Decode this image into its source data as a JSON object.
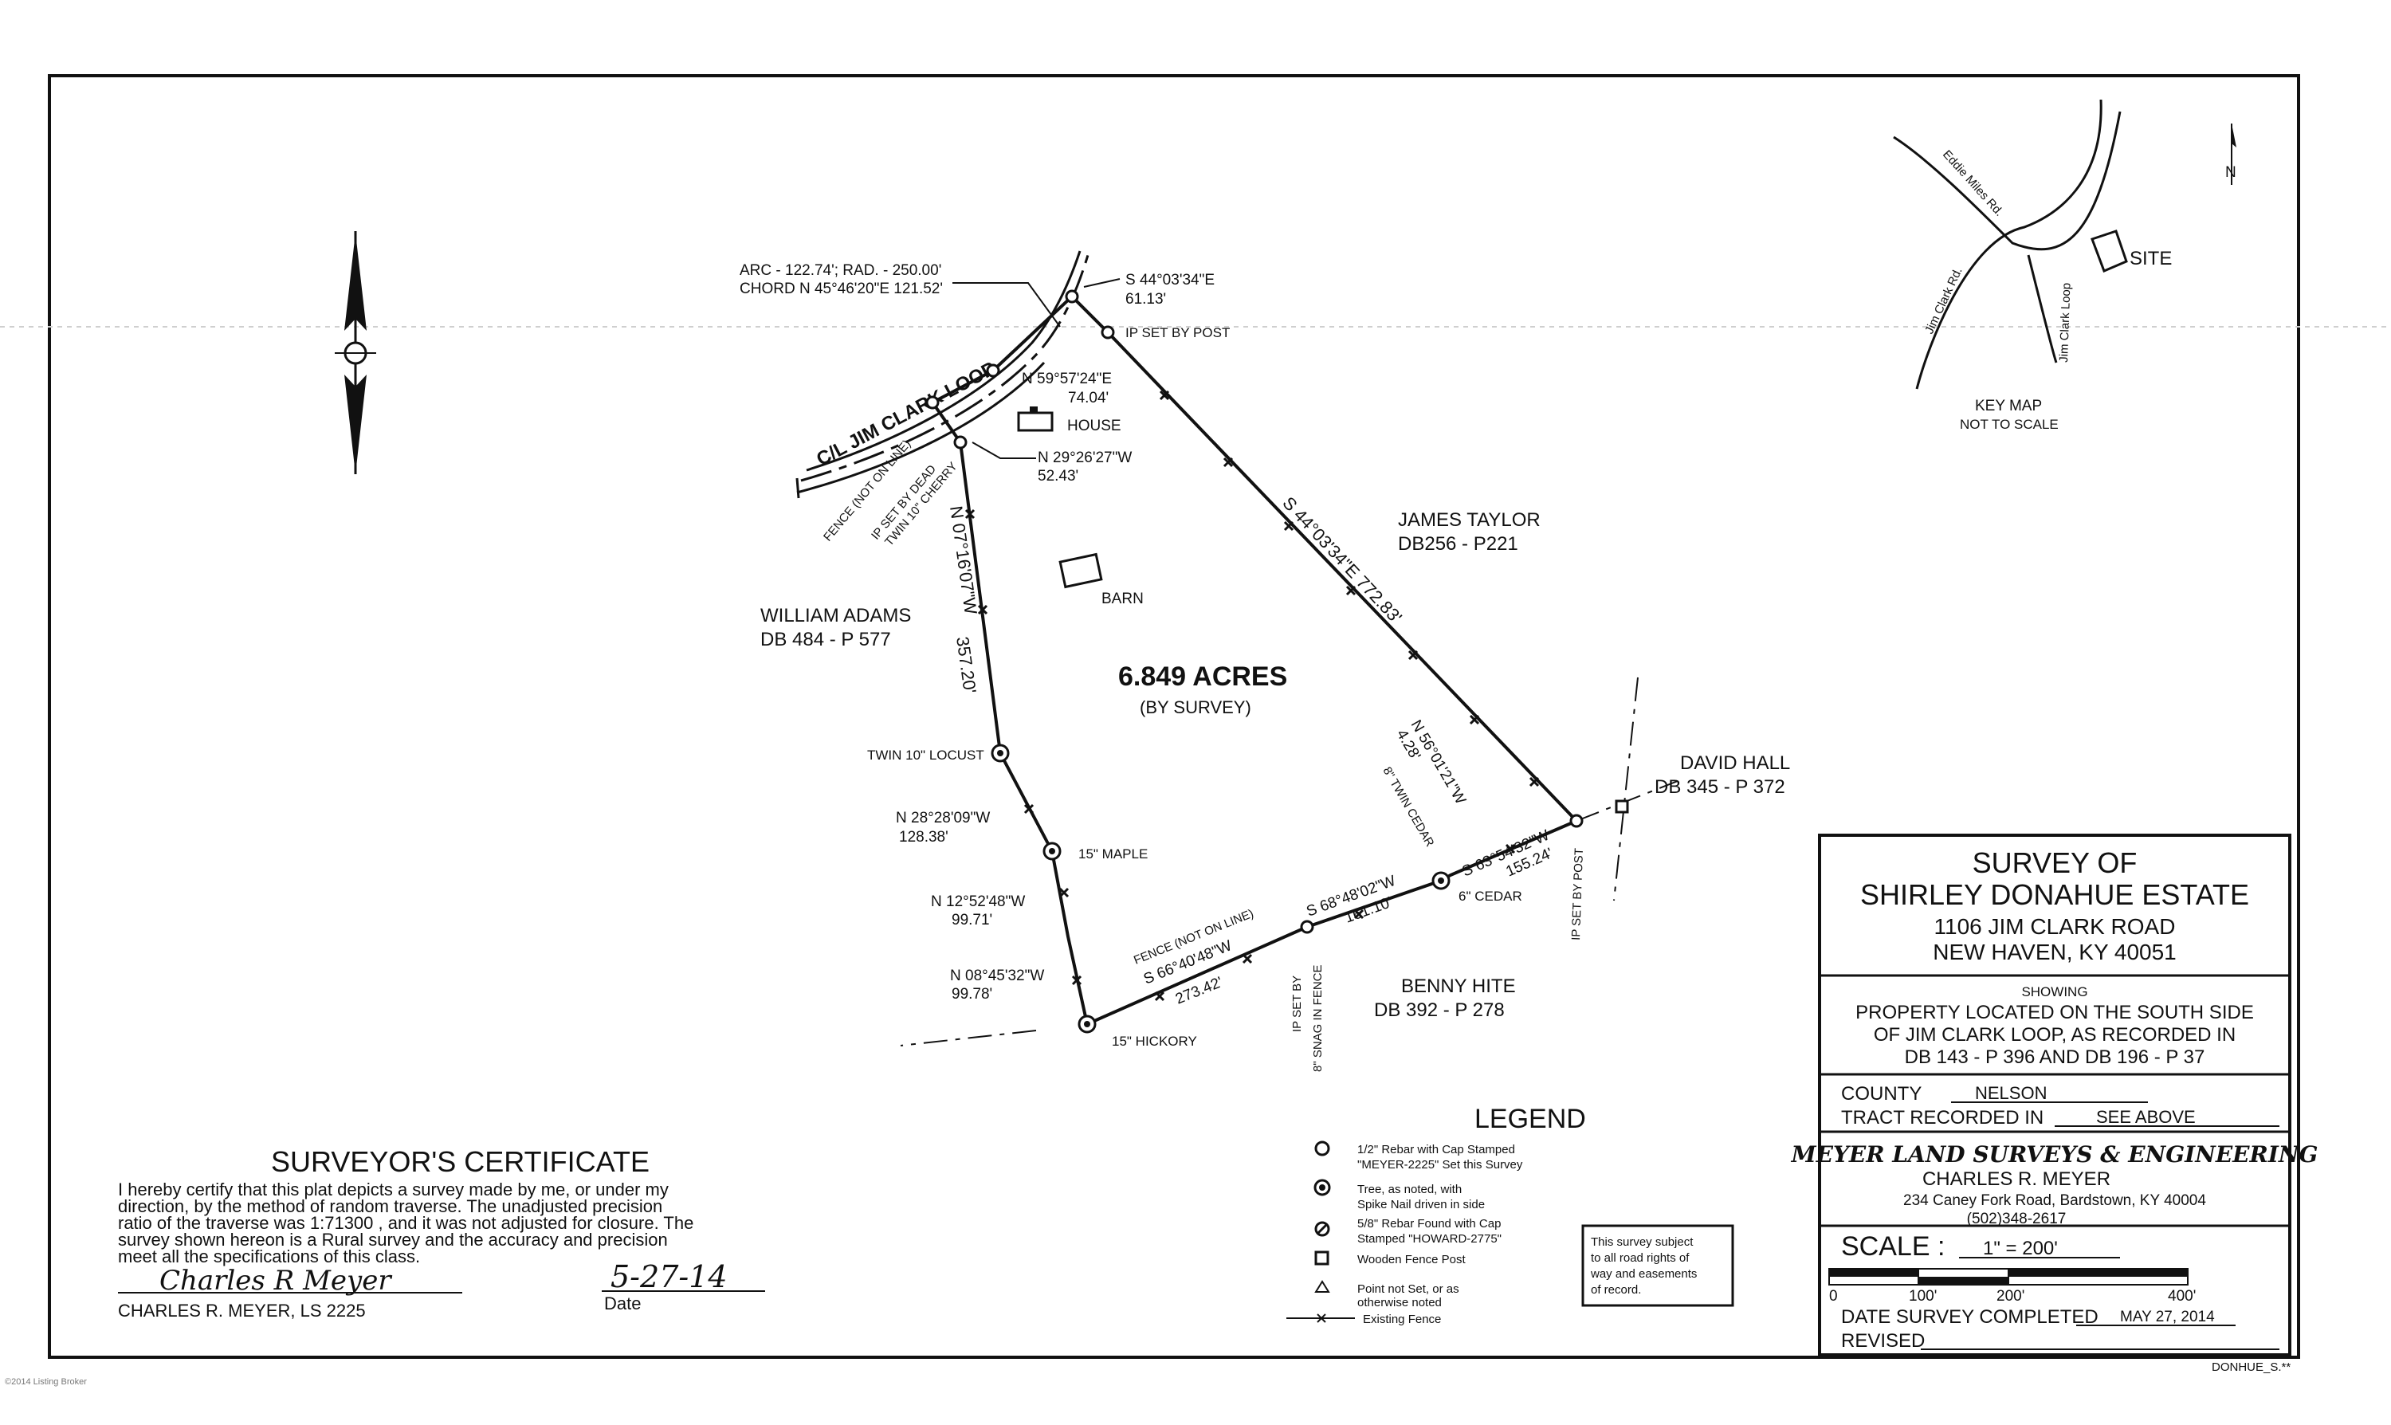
{
  "plat": {
    "acreage": "6.849 ACRES",
    "acreage_note": "(BY SURVEY)",
    "road_label": "C/L JIM CLARK LOOP",
    "arc_line1": "ARC - 122.74'; RAD. - 250.00'",
    "arc_line2": "CHORD N 45°46'20\"E 121.52'",
    "top_call_bearing": "S 44°03'34\"E",
    "top_call_distance": "61.13'",
    "ip_set_by_post_top": "IP SET BY POST",
    "call_n59": "N 59°57'24\"E",
    "call_n59_dist": "74.04'",
    "house": "HOUSE",
    "call_n29": "N 29°26'27\"W",
    "call_n29_dist": "52.43'",
    "fence_not_on_line_nw": "FENCE (NOT ON LINE)",
    "ip_set_by_dead": "IP SET BY DEAD",
    "twin_cherry": "TWIN 10\" CHERRY",
    "barn": "BARN",
    "west_line_bearing": "N 07°16'07\"W",
    "west_line_distance": "357.20'",
    "east_line_bearing": "S 44°03'34\"E  772.83'",
    "adjoiner_taylor_name": "JAMES TAYLOR",
    "adjoiner_taylor_deed": "DB256 - P221",
    "adjoiner_adams_name": "WILLIAM ADAMS",
    "adjoiner_adams_deed": "DB 484 - P 577",
    "adjoiner_hall_name": "DAVID HALL",
    "adjoiner_hall_deed": "DB 345 - P 372",
    "adjoiner_hite_name": "BENNY HITE",
    "adjoiner_hite_deed": "DB 392 - P 278",
    "twin_locust": "TWIN 10\" LOCUST",
    "call_n28": "N 28°28'09\"W",
    "call_n28_dist": "128.38'",
    "maple": "15\" MAPLE",
    "call_n12": "N 12°52'48\"W",
    "call_n12_dist": "99.71'",
    "call_n08": "N 08°45'32\"W",
    "call_n08_dist": "99.78'",
    "hickory": "15\" HICKORY",
    "fence_not_on_line_s": "FENCE (NOT ON LINE)",
    "call_s66": "S 66°40'48\"W",
    "call_s66_dist": "273.42'",
    "ip_set_by_snag": "IP SET BY",
    "snag_in_fence": "8\" SNAG IN FENCE",
    "call_s68": "S 68°48'02\"W",
    "call_s68_dist": "161.10'",
    "six_cedar": "6\" CEDAR",
    "call_n56": "N 56°01'21\"W",
    "call_n56_dist": "4.28'",
    "twin_cedar": "8\" TWIN CEDAR",
    "call_s63": "S 63°54'32\"W",
    "call_s63_dist": "155.24'",
    "ip_set_by_post_se": "IP SET BY POST"
  },
  "key_map": {
    "road_eddie": "Eddie Miles Rd.",
    "road_jim_clark_rd": "Jim Clark Rd.",
    "road_jim_clark_loop": "Jim Clark Loop",
    "site": "SITE",
    "north": "N",
    "title": "KEY MAP",
    "subtitle": "NOT TO SCALE"
  },
  "legend": {
    "title": "LEGEND",
    "items": [
      {
        "line1": "1/2\" Rebar with Cap Stamped",
        "line2": "\"MEYER-2225\" Set this Survey",
        "icon": "circle-icon"
      },
      {
        "line1": "Tree, as noted, with",
        "line2": "Spike Nail driven in side",
        "icon": "tree-icon"
      },
      {
        "line1": "5/8\" Rebar Found with Cap",
        "line2": "Stamped \"HOWARD-2775\"",
        "icon": "rebar-found-icon"
      },
      {
        "line1": "Wooden Fence Post",
        "line2": "",
        "icon": "square-icon"
      },
      {
        "line1": "Point not Set, or as",
        "line2": "otherwise noted",
        "icon": "triangle-icon"
      },
      {
        "line1": "Existing Fence",
        "line2": "",
        "icon": "fence-icon"
      }
    ],
    "note": [
      "This survey subject",
      "to all road rights of",
      "way and easements",
      "of record."
    ]
  },
  "certificate": {
    "title": "SURVEYOR'S CERTIFICATE",
    "lines": [
      "I hereby certify that this plat depicts a survey made by me, or under my",
      "direction, by the method of random traverse. The unadjusted precision",
      "ratio of the traverse was 1:71300 , and it was not adjusted for closure. The",
      "survey shown hereon is  a Rural   survey and the accuracy and precision",
      "meet all the specifications of this class."
    ],
    "surveyor": "CHARLES R. MEYER, LS 2225",
    "signature": "Charles R Meyer",
    "date_value": "5-27-14",
    "date_label": "Date"
  },
  "title_block": {
    "survey_of": "SURVEY OF",
    "estate": "SHIRLEY DONAHUE ESTATE",
    "address1": "1106 JIM CLARK ROAD",
    "address2": "NEW HAVEN, KY 40051",
    "showing": "SHOWING",
    "desc": [
      "PROPERTY LOCATED ON THE SOUTH SIDE",
      "OF JIM CLARK LOOP, AS RECORDED IN",
      "DB 143 - P 396 AND DB 196 - P 37"
    ],
    "county_label": "COUNTY",
    "county_value": "NELSON",
    "tract_label": "TRACT RECORDED IN",
    "tract_value": "SEE ABOVE",
    "firm": "MEYER LAND SURVEYS & ENGINEERING",
    "surveyor": "CHARLES R. MEYER",
    "firm_address": "234 Caney Fork Road, Bardstown, KY 40004",
    "phone": "(502)348-2617",
    "scale_label": "SCALE :",
    "scale_value": "1\" = 200'",
    "scale_ticks": [
      "0",
      "100'",
      "200'",
      "400'"
    ],
    "date_completed_label": "DATE SURVEY COMPLETED",
    "date_completed_value": "MAY 27, 2014",
    "revised_label": "REVISED",
    "revised_value": ""
  },
  "footer": {
    "copyright": "©2014 Listing Broker",
    "filename": "DONHUE_S.**"
  }
}
